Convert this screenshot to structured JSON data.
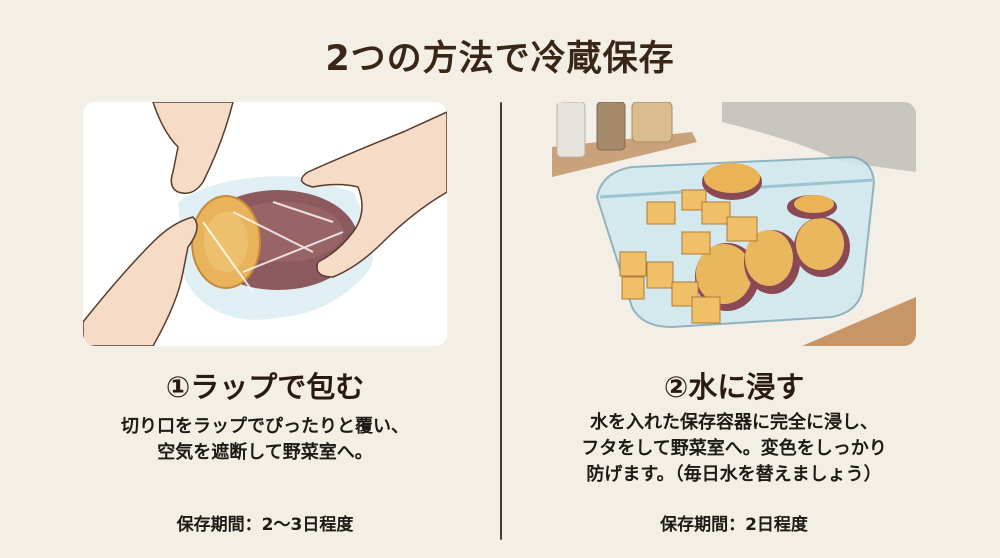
{
  "title": "2つの方法で冷蔵保存",
  "methods": [
    {
      "heading": "①ラップで包む",
      "illustration": "hands-wrapping-sweet-potato-in-plastic-wrap",
      "description_lines": [
        "切り口をラップでぴったりと覆い、",
        "空気を遮断して野菜室へ。"
      ],
      "storage_period": "保存期間：2〜3日程度"
    },
    {
      "heading": "②水に浸す",
      "illustration": "sweet-potato-pieces-in-water-container",
      "description_lines": [
        "水を入れた保存容器に完全に浸し、",
        "フタをして野菜室へ。変色をしっかり",
        "防げます。（毎日水を替えましょう）"
      ],
      "storage_period": "保存期間：2日程度"
    }
  ],
  "colors": {
    "background": "#f3efe4",
    "title": "#3a2616",
    "divider": "#4a3a2e",
    "potato_flesh": "#e9b356",
    "potato_skin": "#8a4a55",
    "water": "#cfe8ef"
  }
}
